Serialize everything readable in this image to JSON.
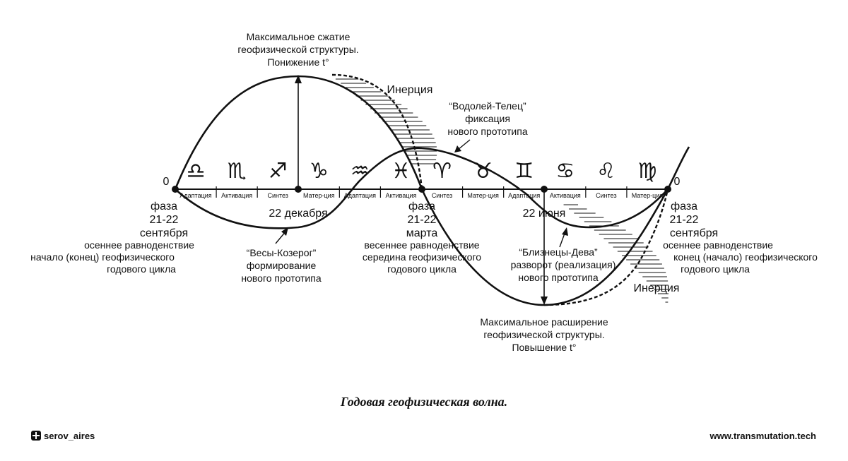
{
  "zero_left": "0",
  "zero_right": "0",
  "phase_labels": [
    "Адаптация",
    "Активация",
    "Синтез",
    "Матер-ция",
    "Адаптация",
    "Активация",
    "Синтез",
    "Матер-ция",
    "Адаптация",
    "Активация",
    "Синтез",
    "Матер-ция"
  ],
  "zodiac_signs": [
    "libra",
    "scorpio",
    "sagittarius",
    "capricorn",
    "aquarius",
    "pisces",
    "aries",
    "taurus",
    "gemini",
    "cancer",
    "leo",
    "virgo"
  ],
  "top_peak": [
    "Максимальное сжатие",
    "геофизической структуры.",
    "Понижение t°"
  ],
  "inertia_top": "Инерция",
  "inertia_bottom": "Инерция",
  "aquarius_taurus": [
    "“Водолей-Телец”",
    "фиксация",
    "нового прототипа"
  ],
  "left_phase": [
    "фаза",
    "21-22",
    "сентября",
    "осеннее равноденствие",
    "начало (конец) геофизического",
    "годового цикла"
  ],
  "december": "22 декабря",
  "libra_capricorn": [
    "“Весы-Козерог”",
    "формирование",
    "нового прототипа"
  ],
  "mid_phase": [
    "фаза",
    "21-22",
    "марта",
    "весеннее равноденствие",
    "середина геофизического",
    "годового цикла"
  ],
  "june": "22 июня",
  "gemini_virgo": [
    "“Близнецы-Дева”",
    "разворот (реализация)",
    "нового прототипа"
  ],
  "right_phase": [
    "фаза",
    "21-22",
    "сентября",
    "осеннее равноденствие",
    "конец (начало) геофизического",
    "годового цикла"
  ],
  "bottom_peak": [
    "Максимальное расширение",
    "геофизической структуры.",
    "Повышение t°"
  ],
  "caption": "Годовая геофизическая волна.",
  "footer_left": "serov_aires",
  "footer_right": "www.transmutation.tech"
}
